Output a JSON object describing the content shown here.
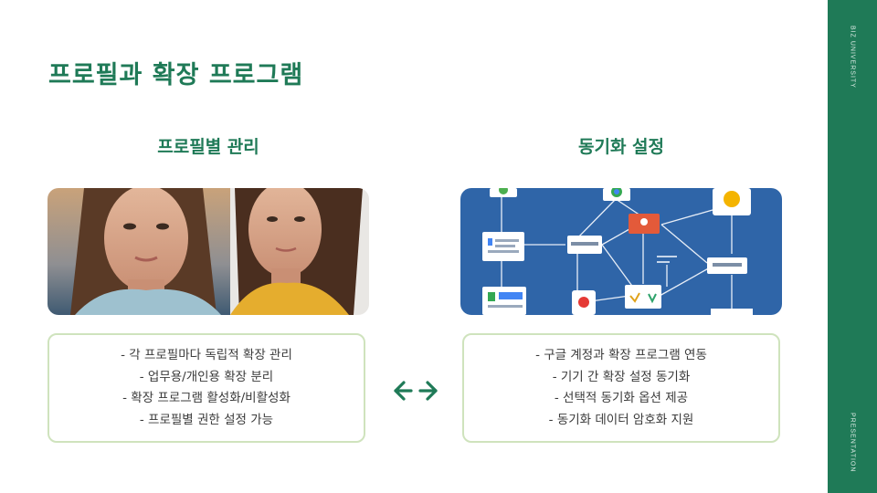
{
  "slide": {
    "title": "프로필과 확장 프로그램",
    "side_top": "BIZ UNIVERSITY",
    "side_bottom": "PRESENTATION",
    "accent_color": "#1f7a57",
    "card_border_color": "#cfe3bd"
  },
  "left": {
    "heading": "프로필별 관리",
    "image_icon": "portrait-photo",
    "items": [
      "- 각 프로필마다 독립적 확장 관리",
      "- 업무용/개인용 확장 분리",
      "- 확장 프로그램 활성화/비활성화",
      "- 프로필별 권한 설정 가능"
    ]
  },
  "right": {
    "heading": "동기화 설정",
    "image_icon": "sync-network-diagram",
    "items": [
      "- 구글 계정과 확장 프로그램 연동",
      "- 기기 간 확장 설정 동기화",
      "- 선택적 동기화 옵션 제공",
      "- 동기화 데이터 암호화 지원"
    ]
  },
  "connector": {
    "icon": "double-arrow-icon"
  }
}
